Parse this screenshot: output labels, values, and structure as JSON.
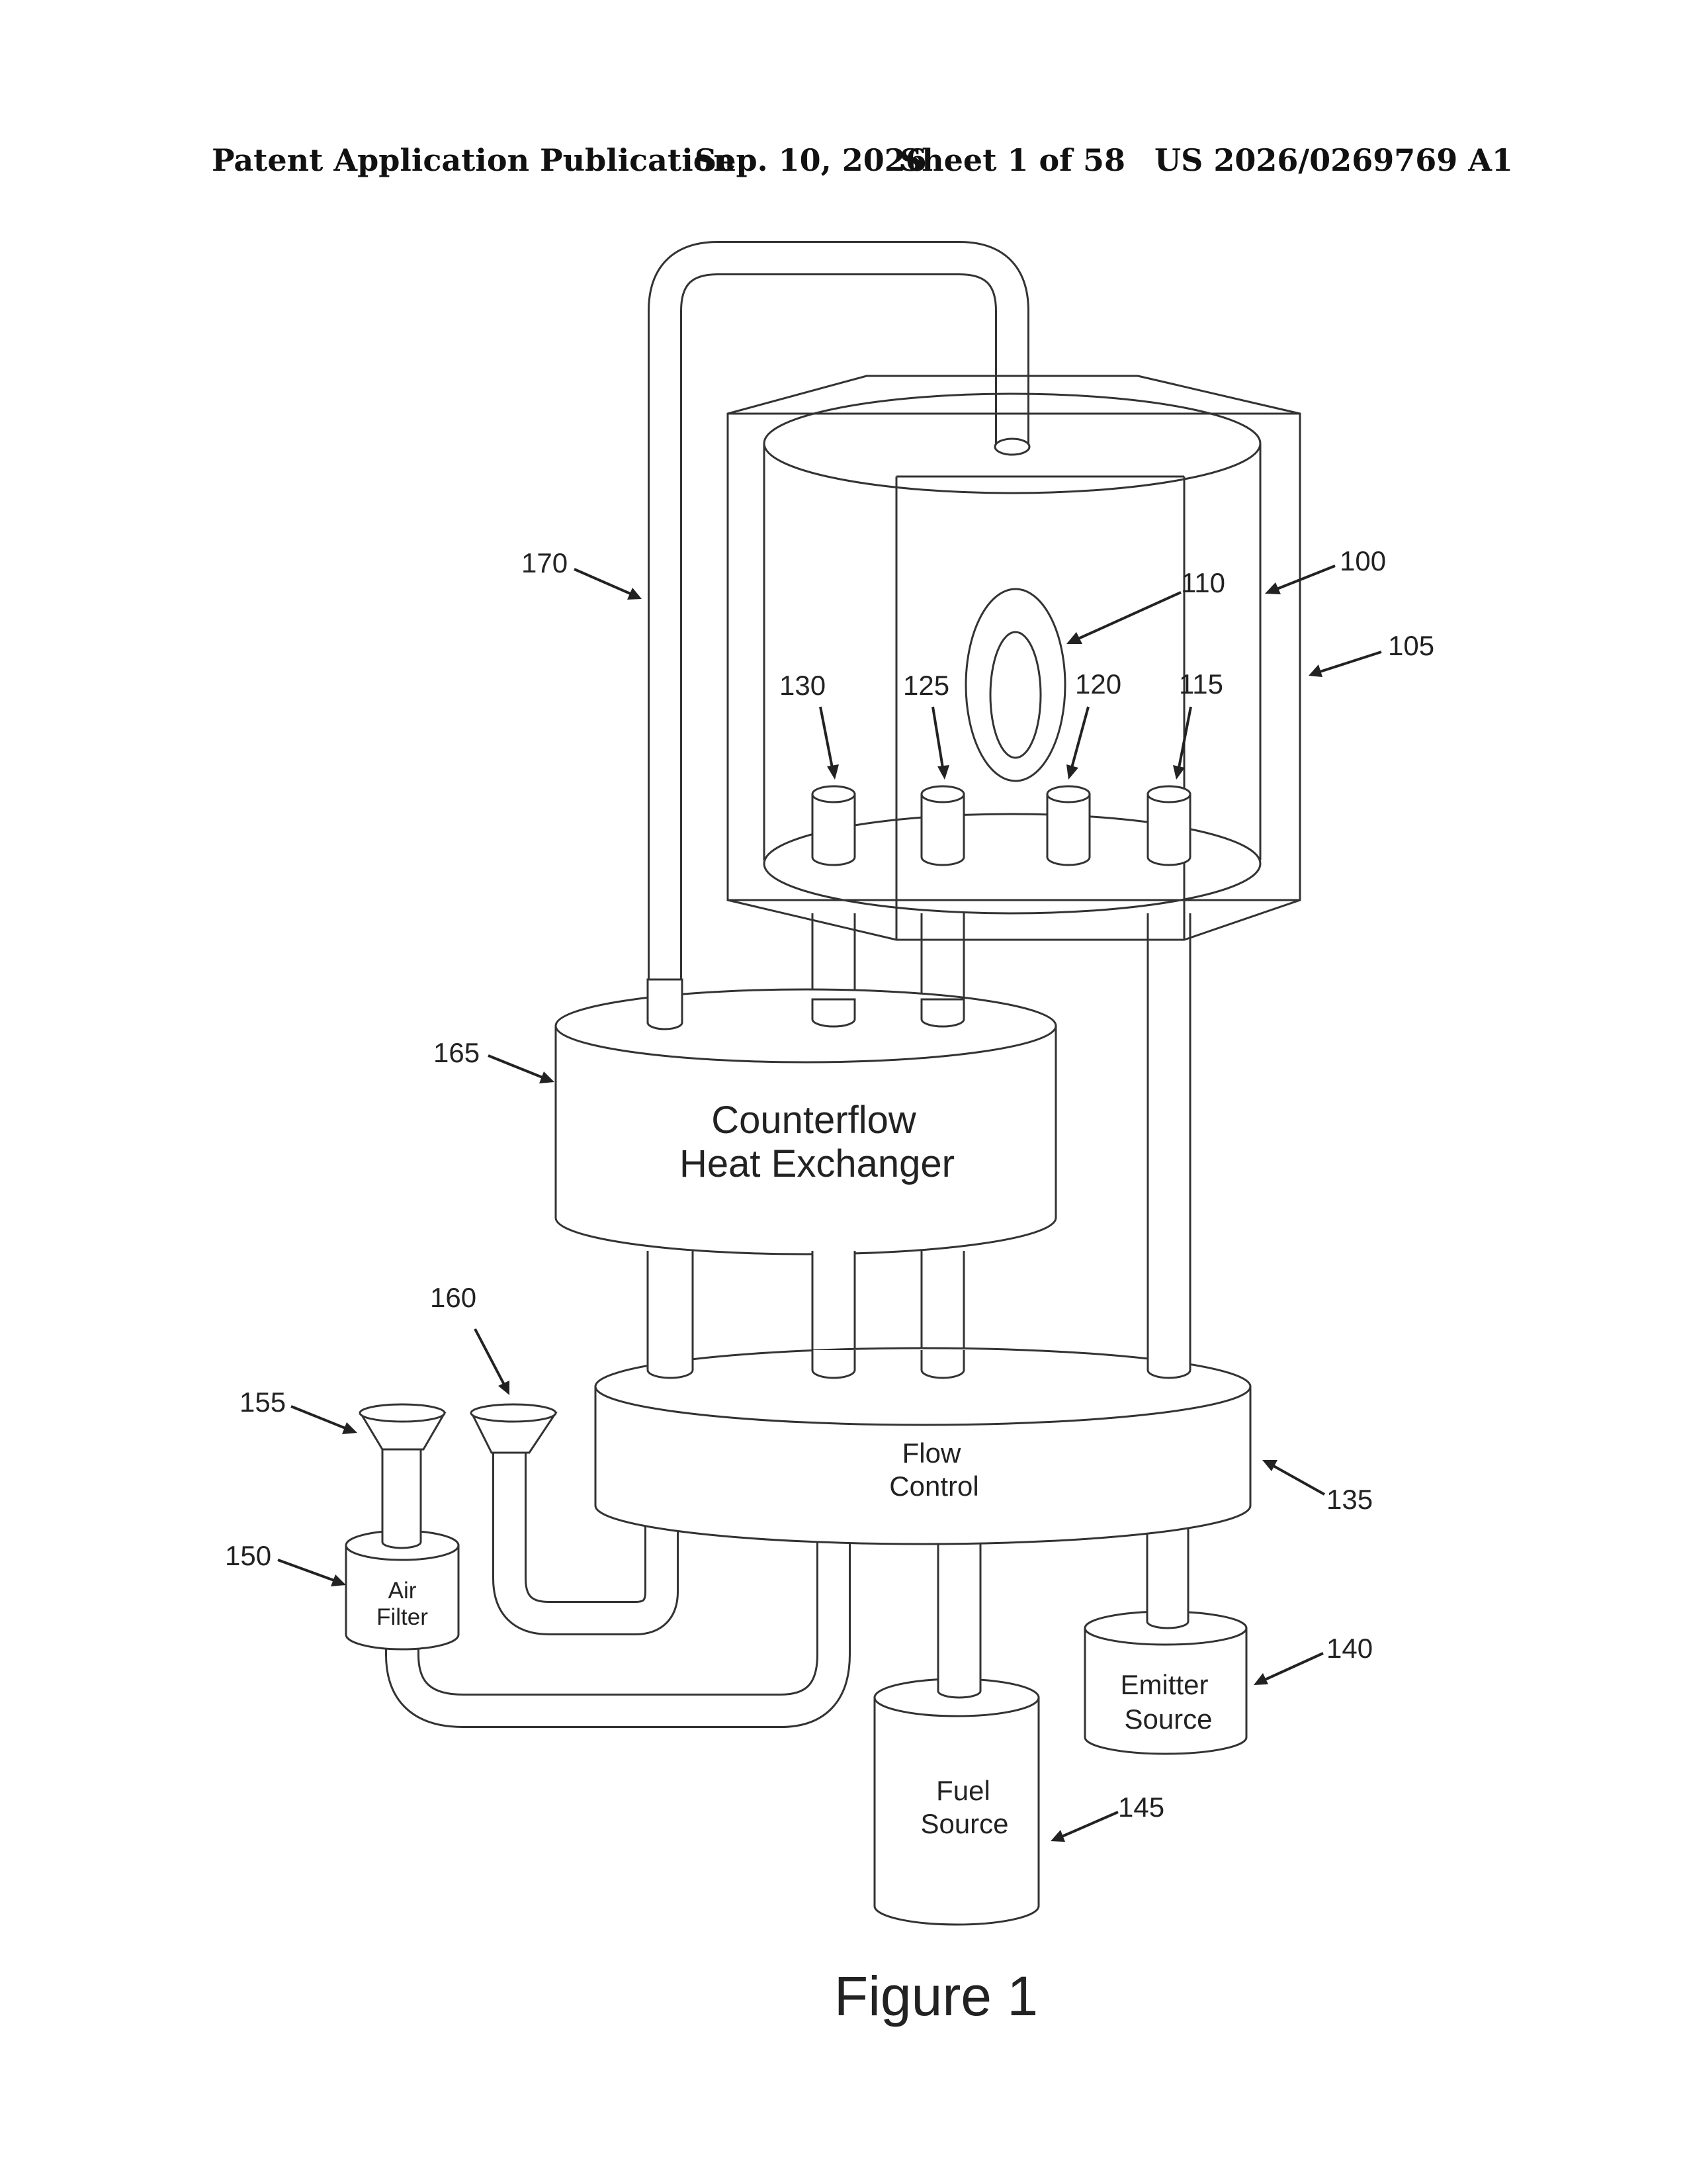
{
  "header": {
    "publication": "Patent Application Publication",
    "date": "Sep. 10, 2026",
    "sheet": "Sheet 1 of 58",
    "number": "US 2026/0269769 A1"
  },
  "labels": {
    "heat_exchanger": [
      "Counterflow",
      "Heat Exchanger"
    ],
    "flow_control": [
      "Flow",
      "Control"
    ],
    "air_filter": [
      "Air",
      "Filter"
    ],
    "emitter_source": [
      "Emitter",
      "Source"
    ],
    "fuel_source": [
      "Fuel",
      "Source"
    ]
  },
  "refs": {
    "r100": "100",
    "r105": "105",
    "r110": "110",
    "r115": "115",
    "r120": "120",
    "r125": "125",
    "r130": "130",
    "r135": "135",
    "r140": "140",
    "r145": "145",
    "r150": "150",
    "r155": "155",
    "r160": "160",
    "r165": "165",
    "r170": "170"
  },
  "caption": "Figure 1"
}
